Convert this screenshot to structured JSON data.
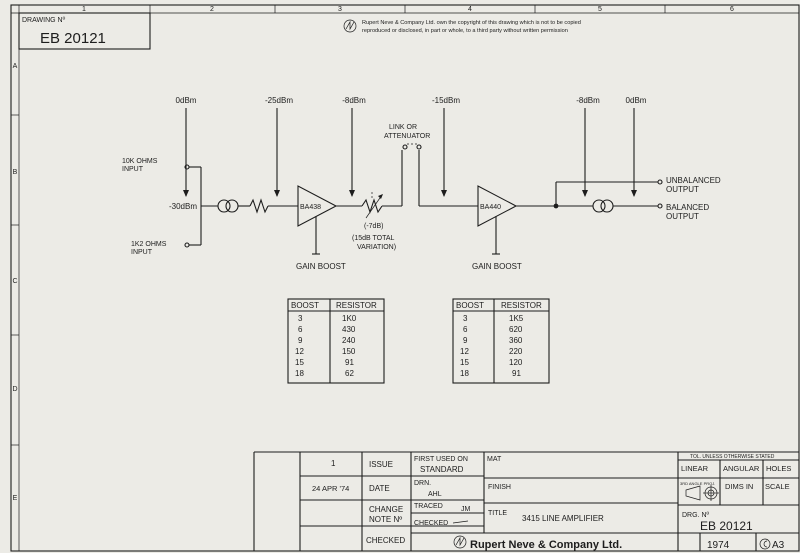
{
  "drawing_label": "DRAWING Nº",
  "drawing_number": "EB 20121",
  "copyright_line1": "Rupert Neve & Company Ltd. own the copyright of this drawing which is not to be copied",
  "copyright_line2": "reproduced or disclosed, in part or whole, to a third party without written permission",
  "grid_cols": [
    "1",
    "2",
    "3",
    "4",
    "5",
    "6"
  ],
  "grid_rows": [
    "A",
    "B",
    "C",
    "D",
    "E"
  ],
  "levels": {
    "l1": "0dBm",
    "l2": "-25dBm",
    "l3": "-8dBm",
    "l4": "-15dBm",
    "l5": "-8dBm",
    "l6": "0dBm",
    "mid": "-30dBm"
  },
  "inputs": {
    "in10k_1": "10K OHMS",
    "in10k_2": "INPUT",
    "in1k2_1": "1K2 OHMS",
    "in1k2_2": "INPUT"
  },
  "link_1": "LINK OR",
  "link_2": "ATTENUATOR",
  "amp1": "BA438",
  "amp2": "BA440",
  "gain_boost_1": "GAIN BOOST",
  "gain_boost_2": "GAIN BOOST",
  "trim_1": "(-7dB)",
  "trim_2": "(15dB TOTAL",
  "trim_3": "VARIATION)",
  "out_unbal_1": "UNBALANCED",
  "out_unbal_2": "OUTPUT",
  "out_bal_1": "BALANCED",
  "out_bal_2": "OUTPUT",
  "table1": {
    "h1": "BOOST",
    "h2": "RESISTOR",
    "rows": [
      {
        "b": "3",
        "r": "1K0"
      },
      {
        "b": "6",
        "r": "430"
      },
      {
        "b": "9",
        "r": "240"
      },
      {
        "b": "12",
        "r": "150"
      },
      {
        "b": "15",
        "r": "91"
      },
      {
        "b": "18",
        "r": "62"
      }
    ]
  },
  "table2": {
    "h1": "BOOST",
    "h2": "RESISTOR",
    "rows": [
      {
        "b": "3",
        "r": "1K5"
      },
      {
        "b": "6",
        "r": "620"
      },
      {
        "b": "9",
        "r": "360"
      },
      {
        "b": "12",
        "r": "220"
      },
      {
        "b": "15",
        "r": "120"
      },
      {
        "b": "18",
        "r": "91"
      }
    ]
  },
  "title_block": {
    "issue_num": "1",
    "issue_label": "ISSUE",
    "date_val": "24 APR '74",
    "date_label": "DATE",
    "change_1": "CHANGE",
    "change_2": "NOTE Nº",
    "checked_label": "CHECKED",
    "first_used": "FIRST USED ON",
    "first_used_val": "STANDARD",
    "drn": "DRN.",
    "drn_val": "AHL",
    "traced": "TRACED",
    "traced_val": "JM",
    "checked2": "CHECKED",
    "mat": "MAT",
    "finish": "FINISH",
    "title_label": "TITLE",
    "title_val": "3415 LINE AMPLIFIER",
    "tol": "TOL. UNLESS OTHERWISE STATED",
    "linear": "LINEAR",
    "angular": "ANGULAR",
    "holes": "HOLES",
    "proj": "3RD ANGLE PROJ.",
    "dims": "DIMS IN",
    "scale": "SCALE",
    "drg_label": "DRG. Nº",
    "drg_val": "EB 20121",
    "year": "1974",
    "size": "A3",
    "company": "Rupert Neve & Company Ltd."
  }
}
